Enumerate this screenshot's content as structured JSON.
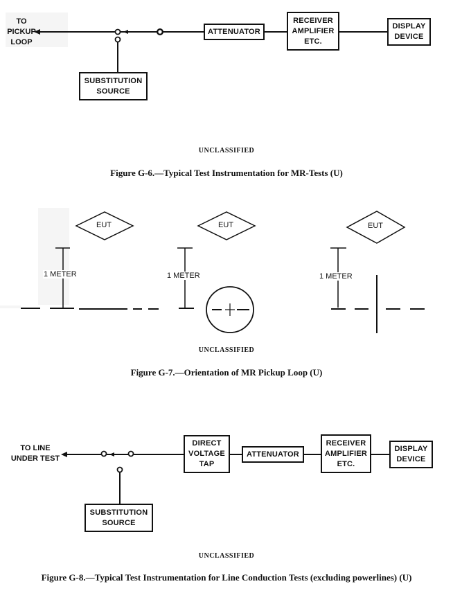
{
  "figure_g6": {
    "output_label": "TO\nPICKUP\nLOOP",
    "blocks": {
      "attenuator": "ATTENUATOR",
      "receiver": "RECEIVER\nAMPLIFIER\nETC.",
      "display": "DISPLAY\nDEVICE",
      "substitution": "SUBSTITUTION\nSOURCE"
    },
    "classification": "UNCLASSIFIED",
    "caption": "Figure G-6.—Typical Test Instrumentation for MR-Tests (U)"
  },
  "figure_g7": {
    "eut_labels": [
      "EUT",
      "EUT",
      "EUT"
    ],
    "distance_labels": [
      "1 METER",
      "1 METER",
      "1 METER"
    ],
    "classification": "UNCLASSIFIED",
    "caption": "Figure G-7.—Orientation of MR Pickup Loop (U)"
  },
  "figure_g8": {
    "output_label": "TO LINE\nUNDER TEST",
    "blocks": {
      "tap": "DIRECT\nVOLTAGE\nTAP",
      "attenuator": "ATTENUATOR",
      "receiver": "RECEIVER\nAMPLIFIER\nETC.",
      "display": "DISPLAY\nDEVICE",
      "substitution": "SUBSTITUTION\nSOURCE"
    },
    "classification": "UNCLASSIFIED",
    "caption": "Figure G-8.—Typical Test Instrumentation for Line Conduction Tests (excluding powerlines) (U)"
  }
}
